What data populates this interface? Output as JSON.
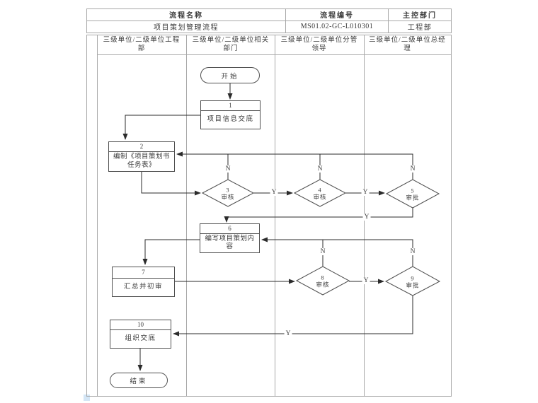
{
  "header": {
    "process_name_label": "流程名称",
    "process_name_value": "项目策划管理流程",
    "process_code_label": "流程编号",
    "process_code_value": "MS01.02-GC-L010301",
    "owner_dept_label": "主控部门",
    "owner_dept_value": "工程部"
  },
  "lanes": [
    {
      "label": "三级单位/二级单位工程部"
    },
    {
      "label": "三级单位/二级单位相关部门"
    },
    {
      "label": "三级单位/二级单位分管领导"
    },
    {
      "label": "三级单位/二级单位总经理"
    }
  ],
  "flow": {
    "start_label": "开始",
    "end_label": "结束",
    "yes_label": "Y",
    "no_label": "N",
    "steps": [
      {
        "num": "1",
        "label": "项目信息交底",
        "type": "process"
      },
      {
        "num": "2",
        "label": "编制《项目策划书任务表》",
        "type": "process"
      },
      {
        "num": "3",
        "label": "审核",
        "type": "decision"
      },
      {
        "num": "4",
        "label": "审核",
        "type": "decision"
      },
      {
        "num": "5",
        "label": "审批",
        "type": "decision"
      },
      {
        "num": "6",
        "label": "编写项目策划内容",
        "type": "process"
      },
      {
        "num": "7",
        "label": "汇总并初审",
        "type": "process"
      },
      {
        "num": "8",
        "label": "审核",
        "type": "decision"
      },
      {
        "num": "9",
        "label": "审批",
        "type": "decision"
      },
      {
        "num": "10",
        "label": "组织交底",
        "type": "process"
      }
    ]
  },
  "colors": {
    "grid_line": "#a8a8a8",
    "shape_border": "#4f4f4f",
    "connector": "#2b2b2b",
    "text": "#3a3a3a",
    "background": "#ffffff"
  }
}
